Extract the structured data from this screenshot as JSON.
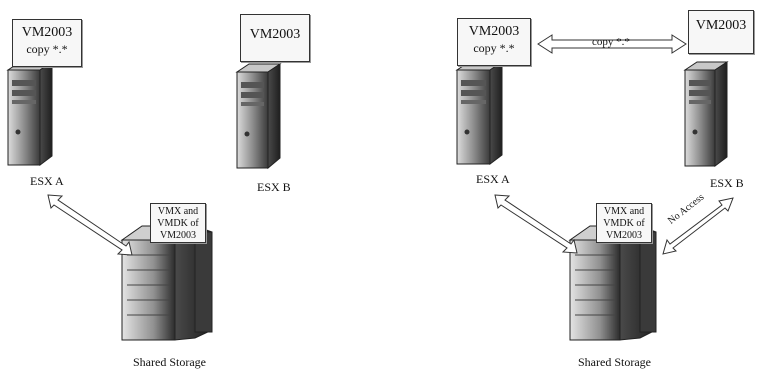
{
  "left": {
    "host_a": {
      "vm": "VM2003",
      "files": "copy *.*",
      "label": "ESX A"
    },
    "host_b": {
      "vm": "VM2003",
      "label": "ESX B"
    },
    "storage": {
      "l1": "VMX and",
      "l2": "VMDK of",
      "l3": "VM2003",
      "label": "Shared Storage"
    }
  },
  "right": {
    "host_a": {
      "vm": "VM2003",
      "files": "copy *.*",
      "label": "ESX A"
    },
    "host_b": {
      "vm": "VM2003",
      "label": "ESX B"
    },
    "storage": {
      "l1": "VMX and",
      "l2": "VMDK of",
      "l3": "VM2003",
      "label": "Shared Storage"
    },
    "copy_link": "copy *.*",
    "no_access": "No Access"
  }
}
